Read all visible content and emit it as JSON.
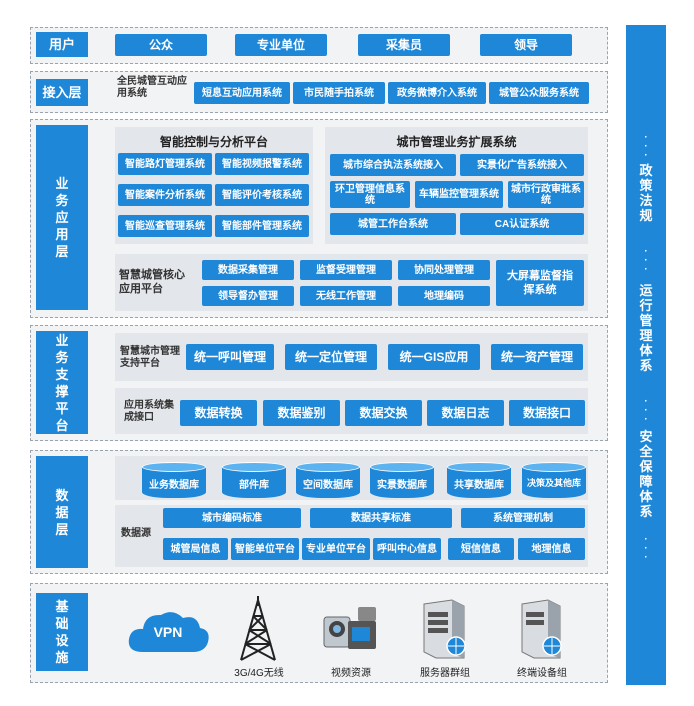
{
  "users": {
    "label": "用户",
    "items": [
      "公众",
      "专业单位",
      "采集员",
      "领导"
    ]
  },
  "access": {
    "label": "接入层",
    "title": "全民城管互动应用系统",
    "items": [
      "短息互动应用系统",
      "市民随手拍系统",
      "政务微博介入系统",
      "城管公众服务系统"
    ]
  },
  "business": {
    "label": "业务应用层",
    "smart_title": "智能控制与分析平台",
    "smart_items": [
      "智能路灯管理系统",
      "智能视频报警系统",
      "智能案件分析系统",
      "智能评价考核系统",
      "智能巡查管理系统",
      "智能部件管理系统"
    ],
    "ext_title": "城市管理业务扩展系统",
    "ext_items": [
      "城市综合执法系统接入",
      "实景化广告系统接入",
      "环卫管理信息系统",
      "车辆监控管理系统",
      "城市行政审批系统",
      "城管工作台系统",
      "CA认证系统"
    ],
    "core_title": "智慧城管核心应用平台",
    "core_items": [
      "数据采集管理",
      "监督受理管理",
      "协同处理管理",
      "领导督办管理",
      "无线工作管理",
      "地理编码",
      "大屏幕监督指挥系统"
    ]
  },
  "support": {
    "label": "业务支撑平台",
    "mgmt_title": "智慧城市管理支持平台",
    "mgmt_items": [
      "统一呼叫管理",
      "统一定位管理",
      "统一GIS应用",
      "统一资产管理"
    ],
    "integ_title": "应用系统集成接口",
    "integ_items": [
      "数据转换",
      "数据鉴别",
      "数据交换",
      "数据日志",
      "数据接口"
    ]
  },
  "data": {
    "label": "数据层",
    "databases": [
      "业务数据库",
      "部件库",
      "空间数据库",
      "实景数据库",
      "共享数据库",
      "决策及其他库"
    ],
    "source_title": "数据源",
    "standards": [
      "城市编码标准",
      "数据共享标准",
      "系统管理机制"
    ],
    "sources": [
      "城管局信息",
      "智能单位平台",
      "专业单位平台",
      "呼叫中心信息",
      "短信信息",
      "地理信息"
    ]
  },
  "infra": {
    "label": "基础设施",
    "vpn": "VPN",
    "items": [
      "3G/4G无线",
      "视频资源",
      "服务器群组",
      "终端设备组"
    ]
  },
  "side": {
    "items": [
      "政策法规",
      "运行管理体系",
      "安全保障体系"
    ]
  },
  "colors": {
    "accent": "#1e87d7",
    "panel": "#e3e6ea",
    "layer_bg": "#f2f3f5"
  }
}
